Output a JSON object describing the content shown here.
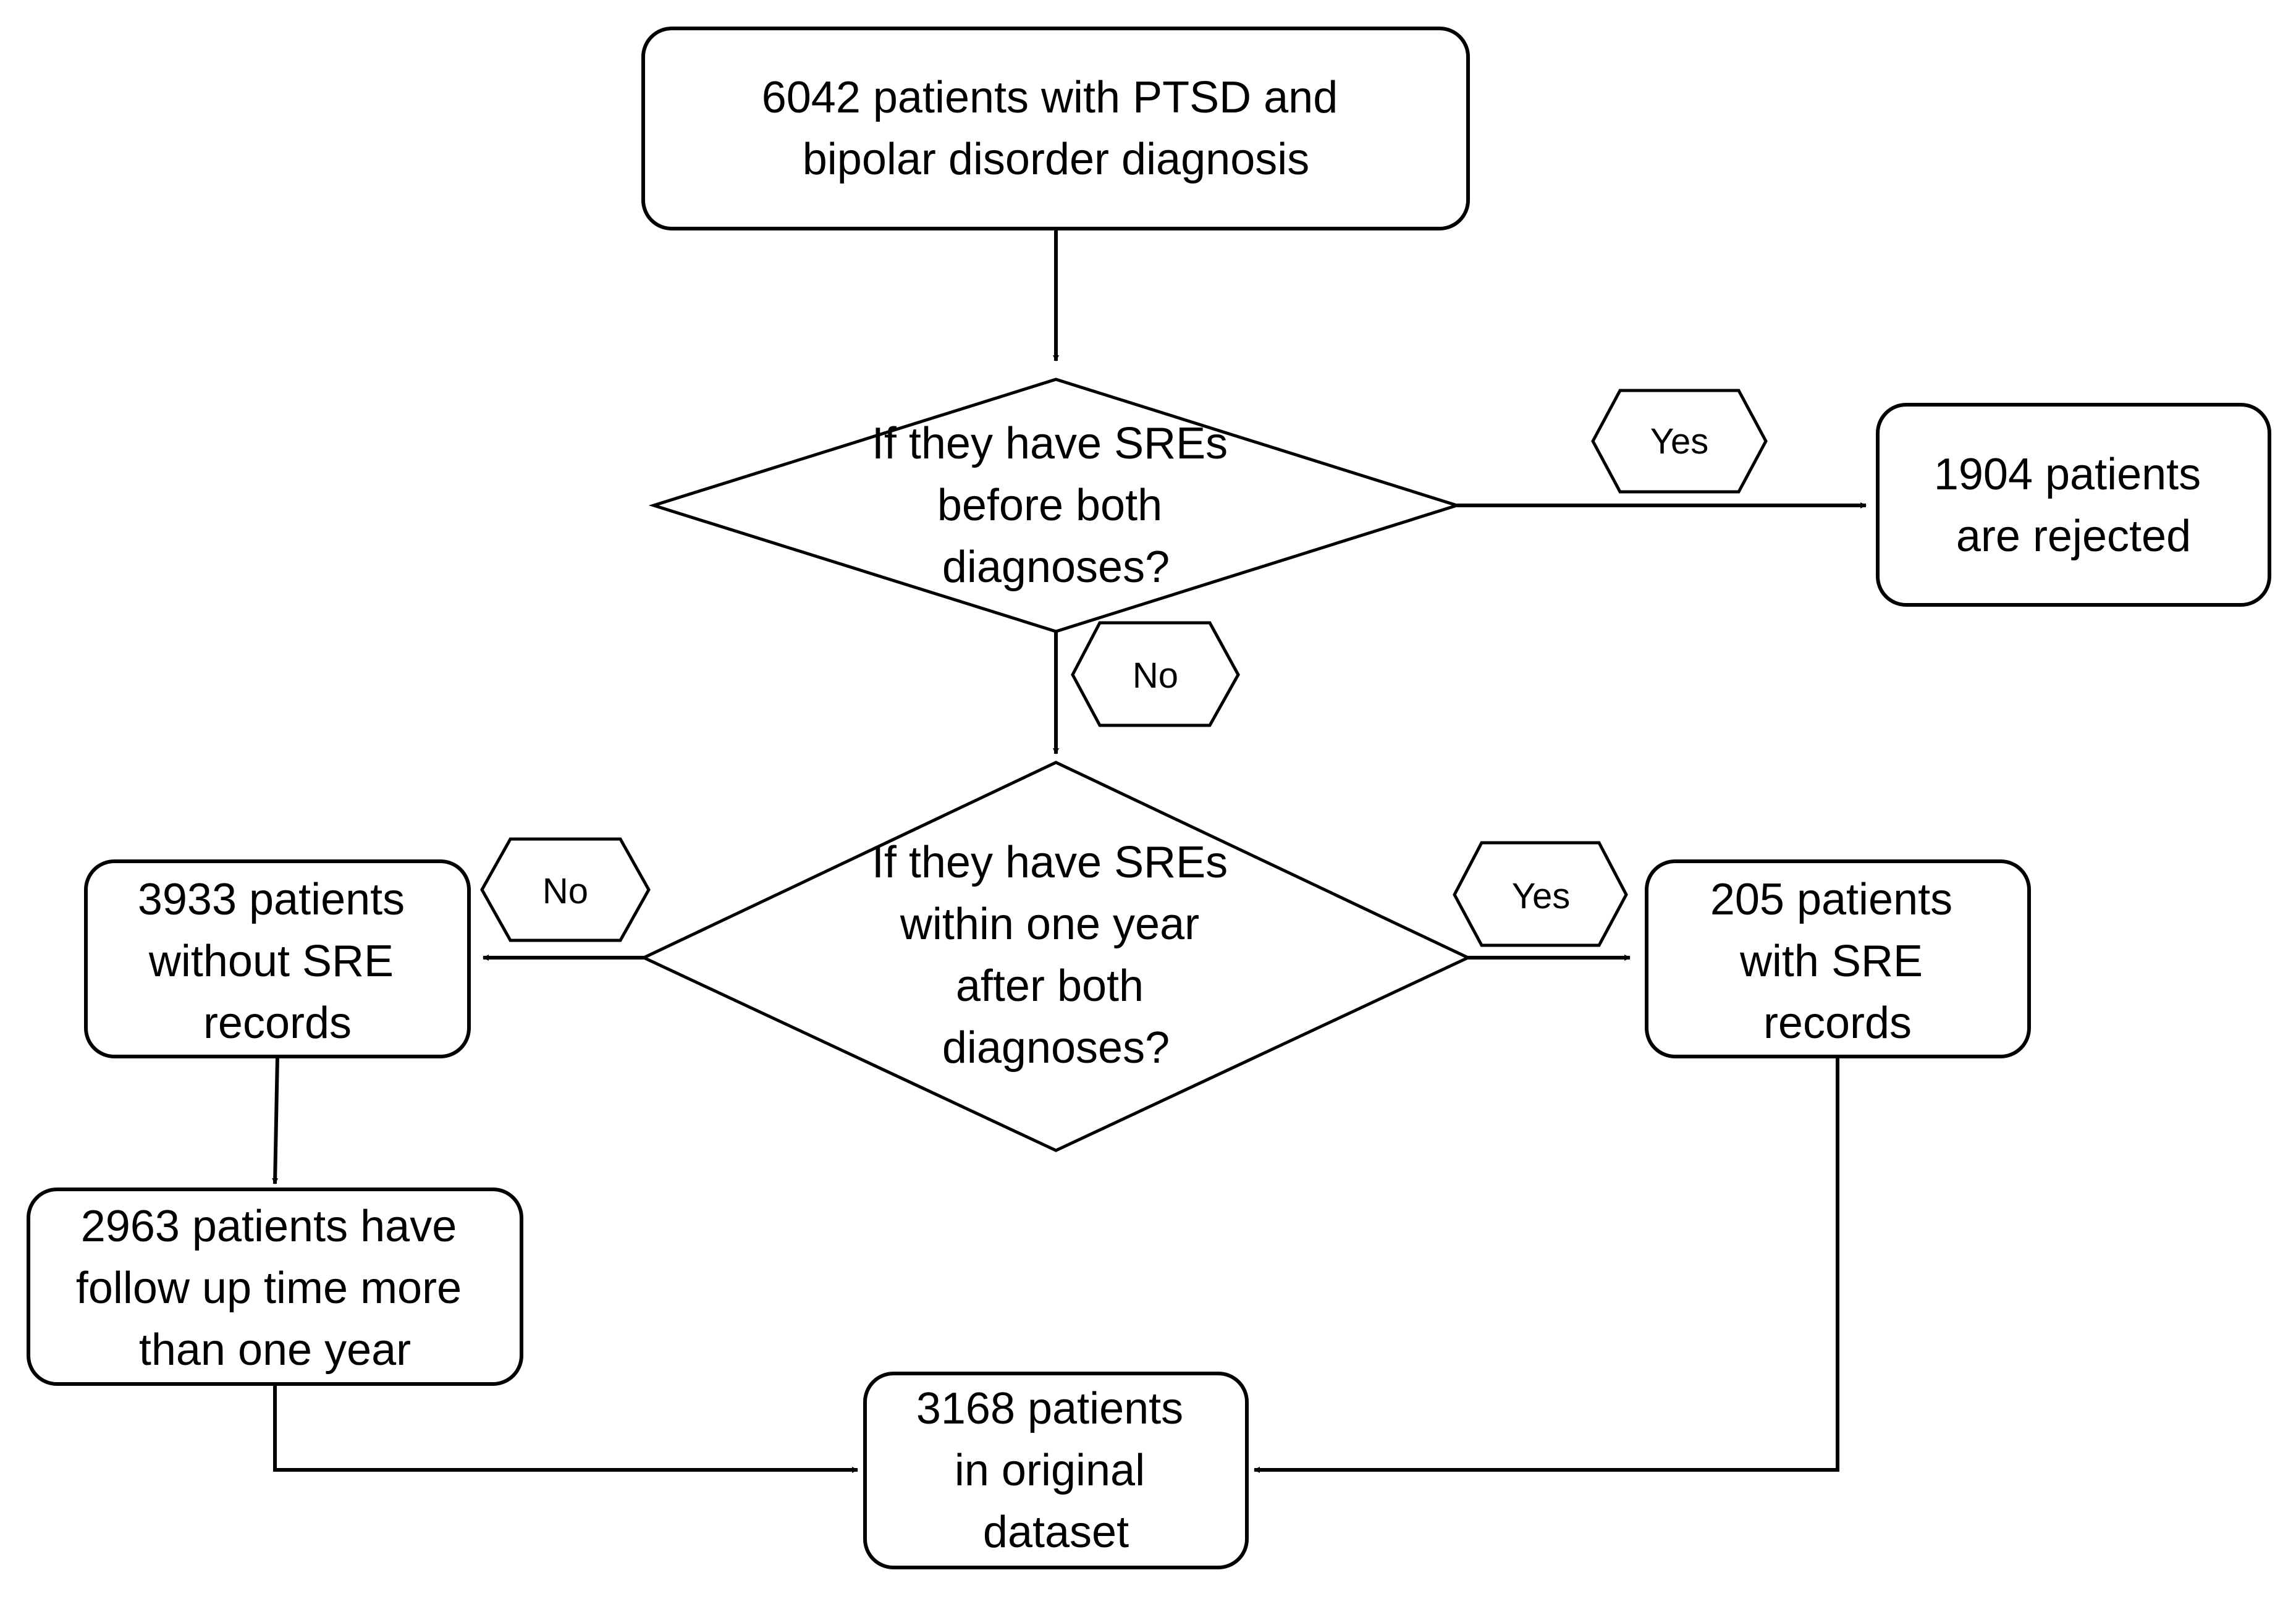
{
  "nodes": {
    "start": {
      "lines": [
        "6042 patients with PTSD and",
        "bipolar disorder diagnosis"
      ]
    },
    "decision_before": {
      "lines": [
        "If they have SREs",
        "before both",
        "diagnoses?"
      ]
    },
    "rejected": {
      "lines": [
        "1904 patients",
        "are rejected"
      ]
    },
    "decision_within": {
      "lines": [
        "If they have SREs",
        "within one year",
        "after both",
        "diagnoses?"
      ]
    },
    "without_sre": {
      "lines": [
        "3933 patients",
        "without SRE",
        "records"
      ]
    },
    "with_sre": {
      "lines": [
        "205 patients",
        "with SRE",
        "records"
      ]
    },
    "follow_up": {
      "lines": [
        "2963 patients have",
        "follow up time more",
        "than one year"
      ]
    },
    "original": {
      "lines": [
        "3168 patients",
        "in original",
        "dataset"
      ]
    }
  },
  "edge_labels": {
    "before_yes": "Yes",
    "before_no": "No",
    "within_no": "No",
    "within_yes": "Yes"
  }
}
